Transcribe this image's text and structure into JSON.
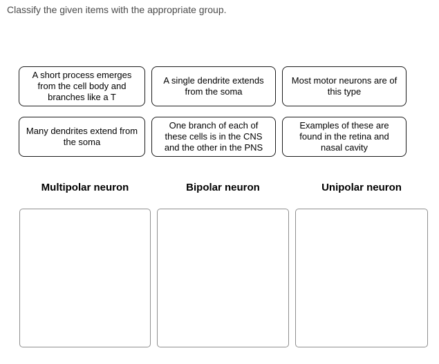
{
  "prompt": "Classify the given items with the appropriate group.",
  "cards": [
    {
      "text": "A short process emerges from the cell body and branches like a T"
    },
    {
      "text": "A single dendrite extends from the soma"
    },
    {
      "text": "Most motor neurons are of this type"
    },
    {
      "text": "Many dendrites extend from the soma"
    },
    {
      "text": "One branch of each of these cells is in the CNS and the other in the PNS"
    },
    {
      "text": "Examples of these are found in the retina and nasal cavity"
    }
  ],
  "groups": [
    {
      "label": "Multipolar neuron"
    },
    {
      "label": "Bipolar neuron"
    },
    {
      "label": "Unipolar neuron"
    }
  ],
  "colors": {
    "card_border": "#1a1a1a",
    "zone_border": "#8e8e8e",
    "prompt_text": "#4a4a4a",
    "background": "#ffffff"
  }
}
